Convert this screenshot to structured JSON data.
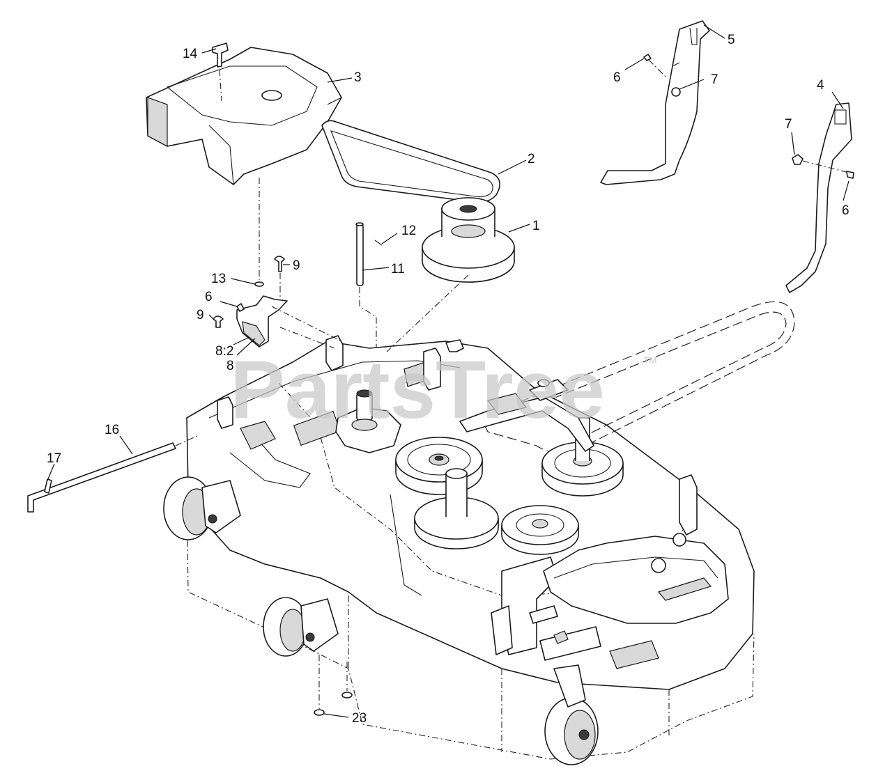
{
  "watermark": {
    "text": "PartsTree",
    "trademark": "™"
  },
  "callouts": [
    {
      "id": "c1",
      "text": "1"
    },
    {
      "id": "c2",
      "text": "2"
    },
    {
      "id": "c3",
      "text": "3"
    },
    {
      "id": "c4",
      "text": "4"
    },
    {
      "id": "c5",
      "text": "5"
    },
    {
      "id": "c6a",
      "text": "6"
    },
    {
      "id": "c6b",
      "text": "6"
    },
    {
      "id": "c6c",
      "text": "6"
    },
    {
      "id": "c7a",
      "text": "7"
    },
    {
      "id": "c7b",
      "text": "7"
    },
    {
      "id": "c8",
      "text": "8"
    },
    {
      "id": "c82",
      "text": "8:2"
    },
    {
      "id": "c9a",
      "text": "9"
    },
    {
      "id": "c9b",
      "text": "9"
    },
    {
      "id": "c11",
      "text": "11"
    },
    {
      "id": "c12",
      "text": "12"
    },
    {
      "id": "c13",
      "text": "13"
    },
    {
      "id": "c14",
      "text": "14"
    },
    {
      "id": "c16",
      "text": "16"
    },
    {
      "id": "c17",
      "text": "17"
    },
    {
      "id": "c23",
      "text": "23"
    }
  ]
}
